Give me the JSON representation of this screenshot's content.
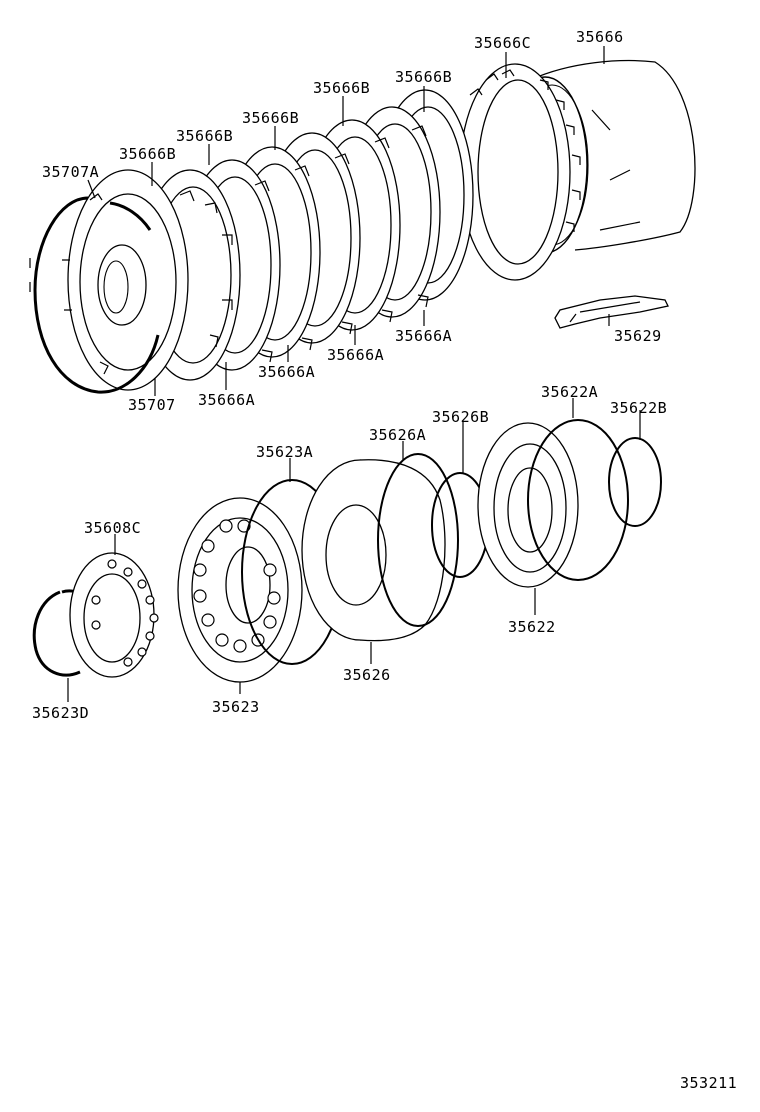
{
  "diagram_id": "353211",
  "parts": [
    {
      "id": "p1",
      "number": "35666C"
    },
    {
      "id": "p2",
      "number": "35666"
    },
    {
      "id": "p3",
      "number": "35666B"
    },
    {
      "id": "p4",
      "number": "35666B"
    },
    {
      "id": "p5",
      "number": "35666B"
    },
    {
      "id": "p6",
      "number": "35666B"
    },
    {
      "id": "p7",
      "number": "35666B"
    },
    {
      "id": "p8",
      "number": "35707A"
    },
    {
      "id": "p9",
      "number": "35629"
    },
    {
      "id": "p10",
      "number": "35666A"
    },
    {
      "id": "p11",
      "number": "35666A"
    },
    {
      "id": "p12",
      "number": "35666A"
    },
    {
      "id": "p13",
      "number": "35707"
    },
    {
      "id": "p14",
      "number": "35666A"
    },
    {
      "id": "p15",
      "number": "35622A"
    },
    {
      "id": "p16",
      "number": "35622B"
    },
    {
      "id": "p17",
      "number": "35626B"
    },
    {
      "id": "p18",
      "number": "35626A"
    },
    {
      "id": "p19",
      "number": "35623A"
    },
    {
      "id": "p20",
      "number": "35608C"
    },
    {
      "id": "p21",
      "number": "35622"
    },
    {
      "id": "p22",
      "number": "35626"
    },
    {
      "id": "p23",
      "number": "35623D"
    },
    {
      "id": "p24",
      "number": "35623"
    }
  ]
}
